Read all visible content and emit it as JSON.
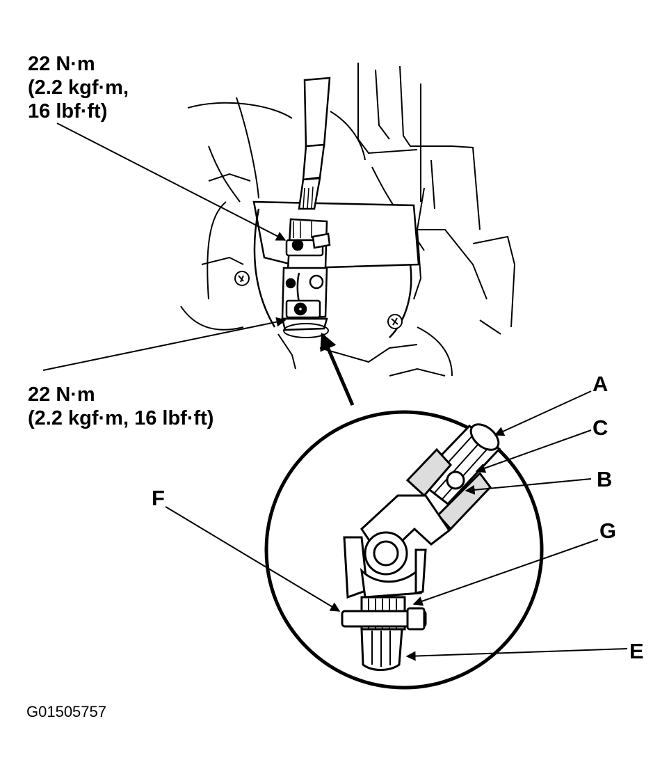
{
  "torque_upper": {
    "line1": "22 N·m",
    "line2": "(2.2 kgf·m,",
    "line3": "16 lbf·ft)"
  },
  "torque_lower": {
    "line1": "22 N·m",
    "line2": "(2.2 kgf·m, 16 lbf·ft)"
  },
  "callouts": {
    "A": "A",
    "B": "B",
    "C": "C",
    "E": "E",
    "F": "F",
    "G": "G"
  },
  "figure_id": "G01505757"
}
